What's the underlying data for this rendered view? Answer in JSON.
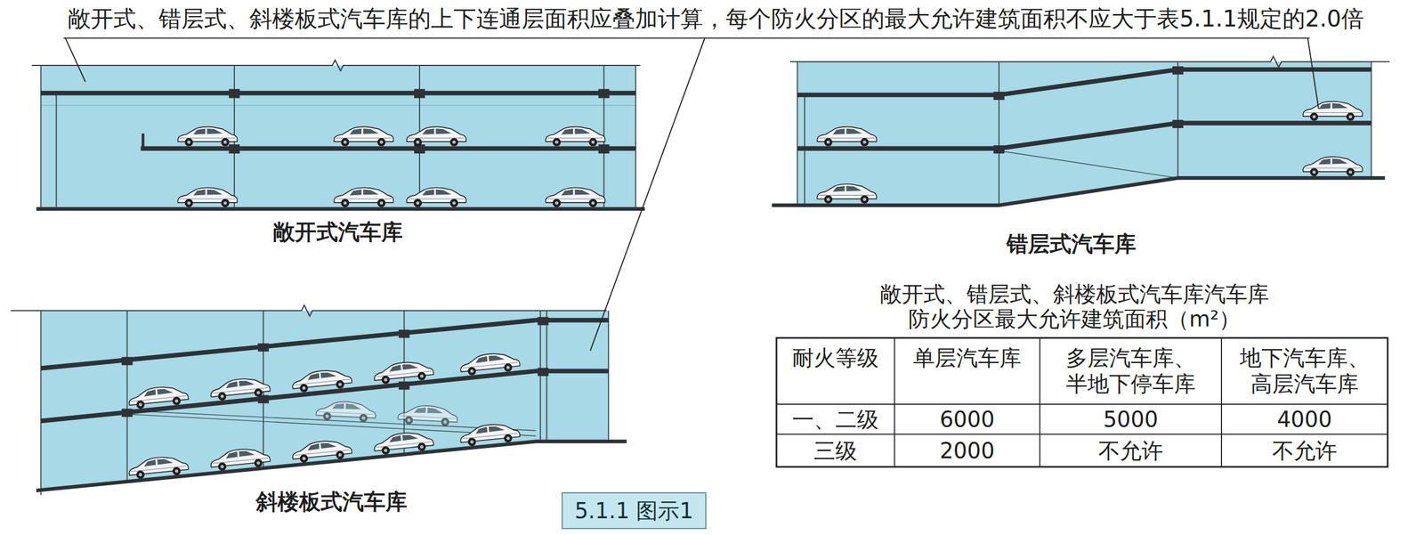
{
  "diagram": {
    "caption": "5.1.1 图示1",
    "labels": [
      "敞开式、错层式、斜楼板式汽车库的上下连通层面积应叠加计算，每个防火分区的最大允许建筑面积不应大于表5.1.1规定的2.0倍",
      "敞开式汽车库",
      "错层式汽车库",
      "敞开式、错层式、斜楼板式汽车库汽车库 防火分区最大允许建筑面积（m²）",
      "耐火等级",
      "单层汽车库",
      "多层汽车库、 半地下停车库",
      "地下汽车库、 高层汽车库",
      "一、二级",
      "6000",
      "5000",
      "4000",
      "三级",
      "2000",
      "不允许",
      "不允许",
      "斜楼板式汽车库"
    ]
  }
}
